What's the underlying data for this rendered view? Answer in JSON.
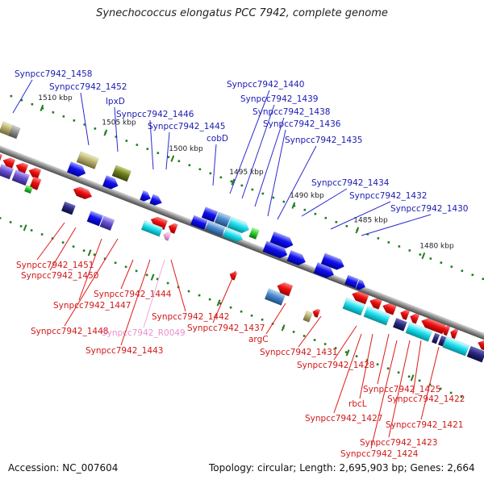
{
  "title": "Synechococcus elongatus PCC 7942, complete genome",
  "footer": {
    "accession": "Accession: NC_007604",
    "topology": "Topology: circular; Length: 2,695,903 bp; Genes: 2,664"
  },
  "colors": {
    "backbone": "#8a8a8a",
    "tick": "#1f7f1f",
    "label_top": "#1a1ab3",
    "label_bottom": "#d01818",
    "label_rna": "#e890d0",
    "pointer_top": "#2a2ad0",
    "pointer_bottom": "#e01818",
    "pointer_rna": "#f0a8e0"
  },
  "ticks": [
    "1510 kbp",
    "1505 kbp",
    "1500 kbp",
    "1495 kbp",
    "1490 kbp",
    "1485 kbp",
    "1480 kbp"
  ],
  "top_labels": [
    "Synpcc7942_1458",
    "Synpcc7942_1452",
    "lpxD",
    "Synpcc7942_1446",
    "Synpcc7942_1445",
    "cobD",
    "Synpcc7942_1440",
    "Synpcc7942_1439",
    "Synpcc7942_1438",
    "Synpcc7942_1436",
    "Synpcc7942_1435",
    "Synpcc7942_1434",
    "Synpcc7942_1432",
    "Synpcc7942_1430"
  ],
  "bottom_labels": [
    "Synpcc7942_1451",
    "Synpcc7942_1450",
    "Synpcc7942_1444",
    "Synpcc7942_1447",
    "Synpcc7942_1448",
    "Synpcc7942_R0049",
    "Synpcc7942_1443",
    "Synpcc7942_1442",
    "Synpcc7942_1437",
    "argC",
    "Synpcc7942_1431",
    "Synpcc7942_1428",
    "Synpcc7942_1425",
    "rbcL",
    "Synpcc7942_1422",
    "Synpcc7942_1427",
    "Synpcc7942_1421",
    "Synpcc7942_1423",
    "Synpcc7942_1424"
  ]
}
